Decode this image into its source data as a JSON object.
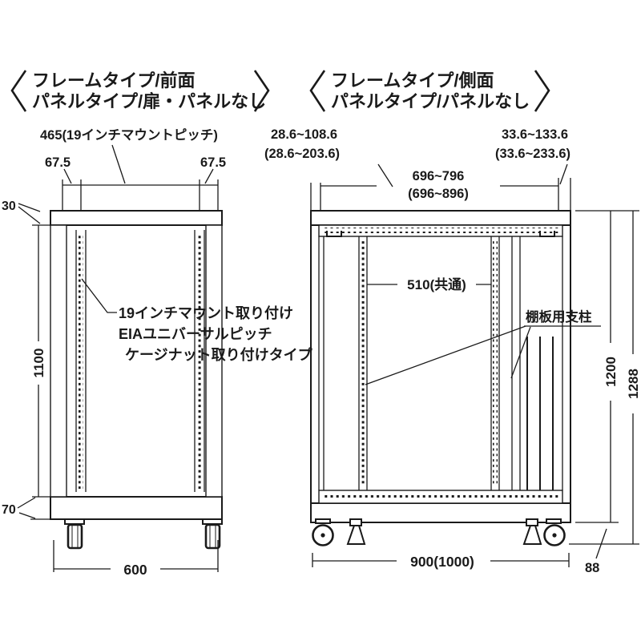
{
  "colors": {
    "line": "#1a1a1a",
    "background": "#ffffff"
  },
  "front_view": {
    "title_open": "〈",
    "title_line1": "フレームタイプ/前面",
    "title_line2": "パネルタイプ/扉・パネルなし",
    "title_close": "〉",
    "dim_mount_pitch": "465(19インチマウントピッチ)",
    "dim_offset_left": "67.5",
    "dim_offset_right": "67.5",
    "dim_top_rail": "30",
    "dim_inner_height": "1100",
    "dim_bottom_rail": "70",
    "dim_width": "600",
    "note_line1": "19インチマウント取り付け",
    "note_line2": "EIAユニバーサルピッチ",
    "note_line3": "ケージナット取り付けタイプ"
  },
  "side_view": {
    "title_open": "〈",
    "title_line1": "フレームタイプ/側面",
    "title_line2": "パネルタイプ/パネルなし",
    "title_close": "〉",
    "dim_front_rail_range": "28.6~108.6",
    "dim_front_rail_range_alt": "(28.6~203.6)",
    "dim_rear_rail_range": "33.6~133.6",
    "dim_rear_rail_range_alt": "(33.6~233.6)",
    "dim_depth_top": "696~796",
    "dim_depth_top_alt": "(696~896)",
    "dim_rail_pitch": "510(共通)",
    "label_shelf_post": "棚板用支柱",
    "dim_frame_height": "1200",
    "dim_total_height": "1288",
    "dim_depth_bottom": "900(1000)",
    "dim_caster_height": "88"
  }
}
